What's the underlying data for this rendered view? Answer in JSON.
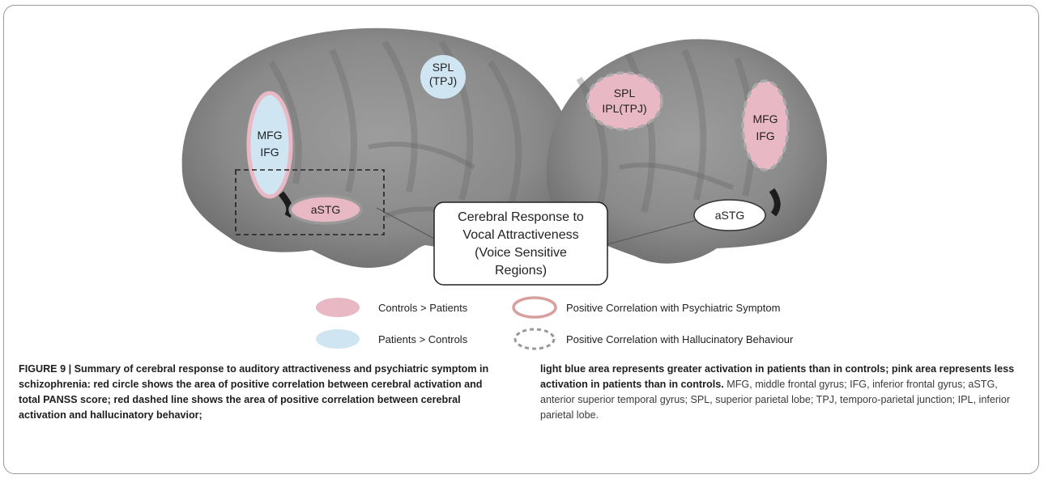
{
  "figure": {
    "regions": {
      "spl_tpj": [
        "SPL",
        "(TPJ)"
      ],
      "mfg_ifg_left": [
        "MFG",
        "IFG"
      ],
      "astg_left": "aSTG",
      "spl_ipl_tpj": [
        "SPL",
        "IPL(TPJ)"
      ],
      "mfg_ifg_right": [
        "MFG",
        "IFG"
      ],
      "astg_right": "aSTG"
    },
    "center_box": [
      "Cerebral Response to",
      "Vocal Attractiveness",
      "(Voice Sensitive",
      "Regions)"
    ],
    "legend": {
      "controls_gt_patients": "Controls > Patients",
      "patients_gt_controls": "Patients > Controls",
      "pos_corr_psychiatric": "Positive Correlation with Psychiatric Symptom",
      "pos_corr_hallucinatory": "Positive Correlation with Hallucinatory Behaviour"
    },
    "colors": {
      "controls_gt_patients": "#e8b8c4",
      "patients_gt_controls": "#cfe6f2",
      "correlation_outline": "#d9534f"
    }
  },
  "caption": {
    "left_bold": "FIGURE 9 | Summary of cerebral response to auditory attractiveness and psychiatric symptom in schizophrenia: red circle shows the area of positive correlation between cerebral activation and total PANSS score; red dashed line shows the area of positive correlation between cerebral activation and hallucinatory behavior;",
    "right_bold": "light blue area represents greater activation in patients than in controls; pink area represents less activation in patients than in controls.",
    "right_regular": " MFG, middle frontal gyrus; IFG, inferior frontal gyrus; aSTG, anterior superior temporal gyrus; SPL, superior parietal lobe; TPJ, temporo-parietal junction; IPL, inferior parietal lobe."
  }
}
